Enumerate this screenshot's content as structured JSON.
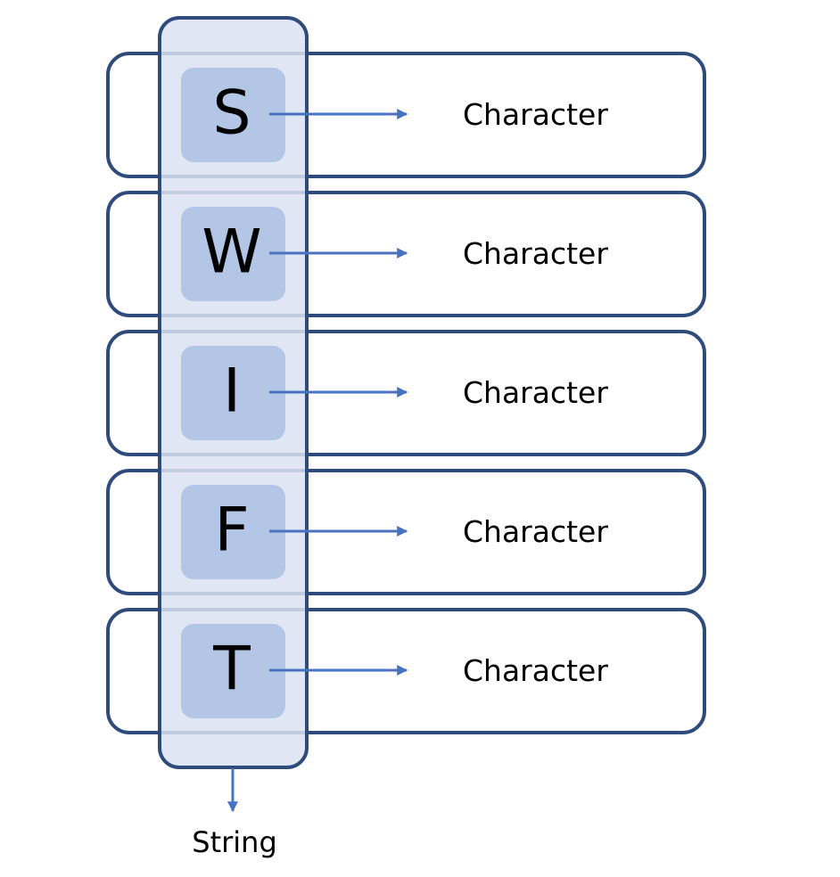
{
  "letters": [
    "S",
    "W",
    "I",
    "F",
    "T"
  ],
  "row_label": "Character",
  "bottom_label": "String",
  "colors": {
    "border": "#2F4B7C",
    "column_fill": "#DAE2F1",
    "cell_fill": "#B4C6E5",
    "arrow": "#4A72C2",
    "text": "#000000",
    "background": "#FFFFFF"
  }
}
